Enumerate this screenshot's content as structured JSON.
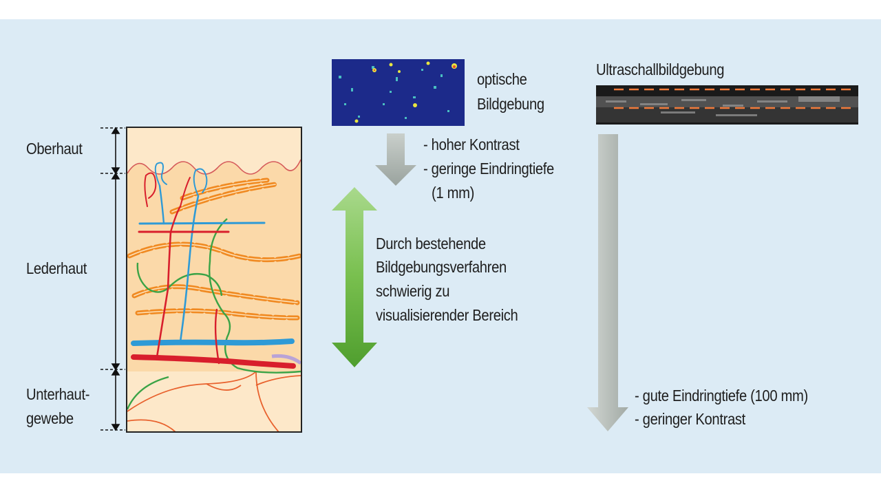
{
  "layers": {
    "top": "Oberhaut",
    "middle": "Lederhaut",
    "bottom_line1": "Unterhaut-",
    "bottom_line2": "gewebe"
  },
  "optical": {
    "title_line1": "optische",
    "title_line2": "Bildgebung",
    "notes": [
      "- hoher Kontrast",
      "- geringe Eindringtiefe",
      "(1 mm)"
    ]
  },
  "ultrasound": {
    "title": "Ultraschallbildgebung",
    "notes": [
      "- gute Eindringtiefe (100 mm)",
      "- geringer Kontrast"
    ]
  },
  "middle_zone": {
    "lines": [
      "Durch bestehende",
      "Bildgebungsverfahren",
      "schwierig zu",
      "visualisierender Bereich"
    ]
  },
  "colors": {
    "panel": "#dcebf5",
    "skin": "#fde7c6",
    "artery": "#d81e2c",
    "vein": "#2e9ad6",
    "nerve": "#3aa346",
    "lymph": "#f0881e",
    "green_arrow": "#69b444",
    "gray_arrow": "#b9bfbb",
    "optical_bg": "#1c2a8a",
    "ultrasound_dash": "#f07a3a"
  }
}
